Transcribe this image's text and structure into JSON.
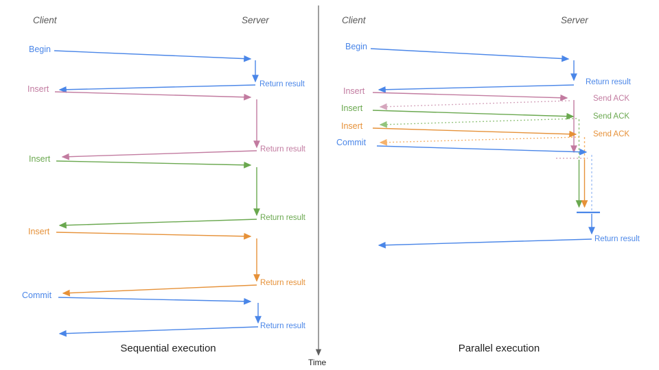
{
  "colors": {
    "blue": "#4a86e8",
    "pink": "#c27ba0",
    "green": "#6aa84f",
    "orange": "#e69138",
    "blue_light": "#a4c2f4",
    "pink_light": "#d5a6bd",
    "green_light": "#93c47d",
    "orange_light": "#f6b26b",
    "axis": "#5f5f5f",
    "text_dark": "#1f1f1f",
    "header_gray": "#585858"
  },
  "time_axis": {
    "label": "Time"
  },
  "left": {
    "title": "Sequential execution",
    "client": "Client",
    "server": "Server",
    "messages": [
      {
        "label": "Begin",
        "response": "Return result",
        "color": "blue"
      },
      {
        "label": "Insert",
        "response": "Return result",
        "color": "pink"
      },
      {
        "label": "Insert",
        "response": "Return result",
        "color": "green"
      },
      {
        "label": "Insert",
        "response": "Return result",
        "color": "orange"
      },
      {
        "label": "Commit",
        "response": "Return result",
        "color": "blue"
      }
    ]
  },
  "right": {
    "title": "Parallel execution",
    "client": "Client",
    "server": "Server",
    "messages": [
      {
        "label": "Begin",
        "response": "Return result",
        "color": "blue"
      },
      {
        "label": "Insert",
        "response": "Send ACK",
        "color": "pink"
      },
      {
        "label": "Insert",
        "response": "Send ACK",
        "color": "green"
      },
      {
        "label": "Insert",
        "response": "Send ACK",
        "color": "orange"
      },
      {
        "label": "Commit",
        "response": "Return result",
        "color": "blue"
      }
    ]
  }
}
